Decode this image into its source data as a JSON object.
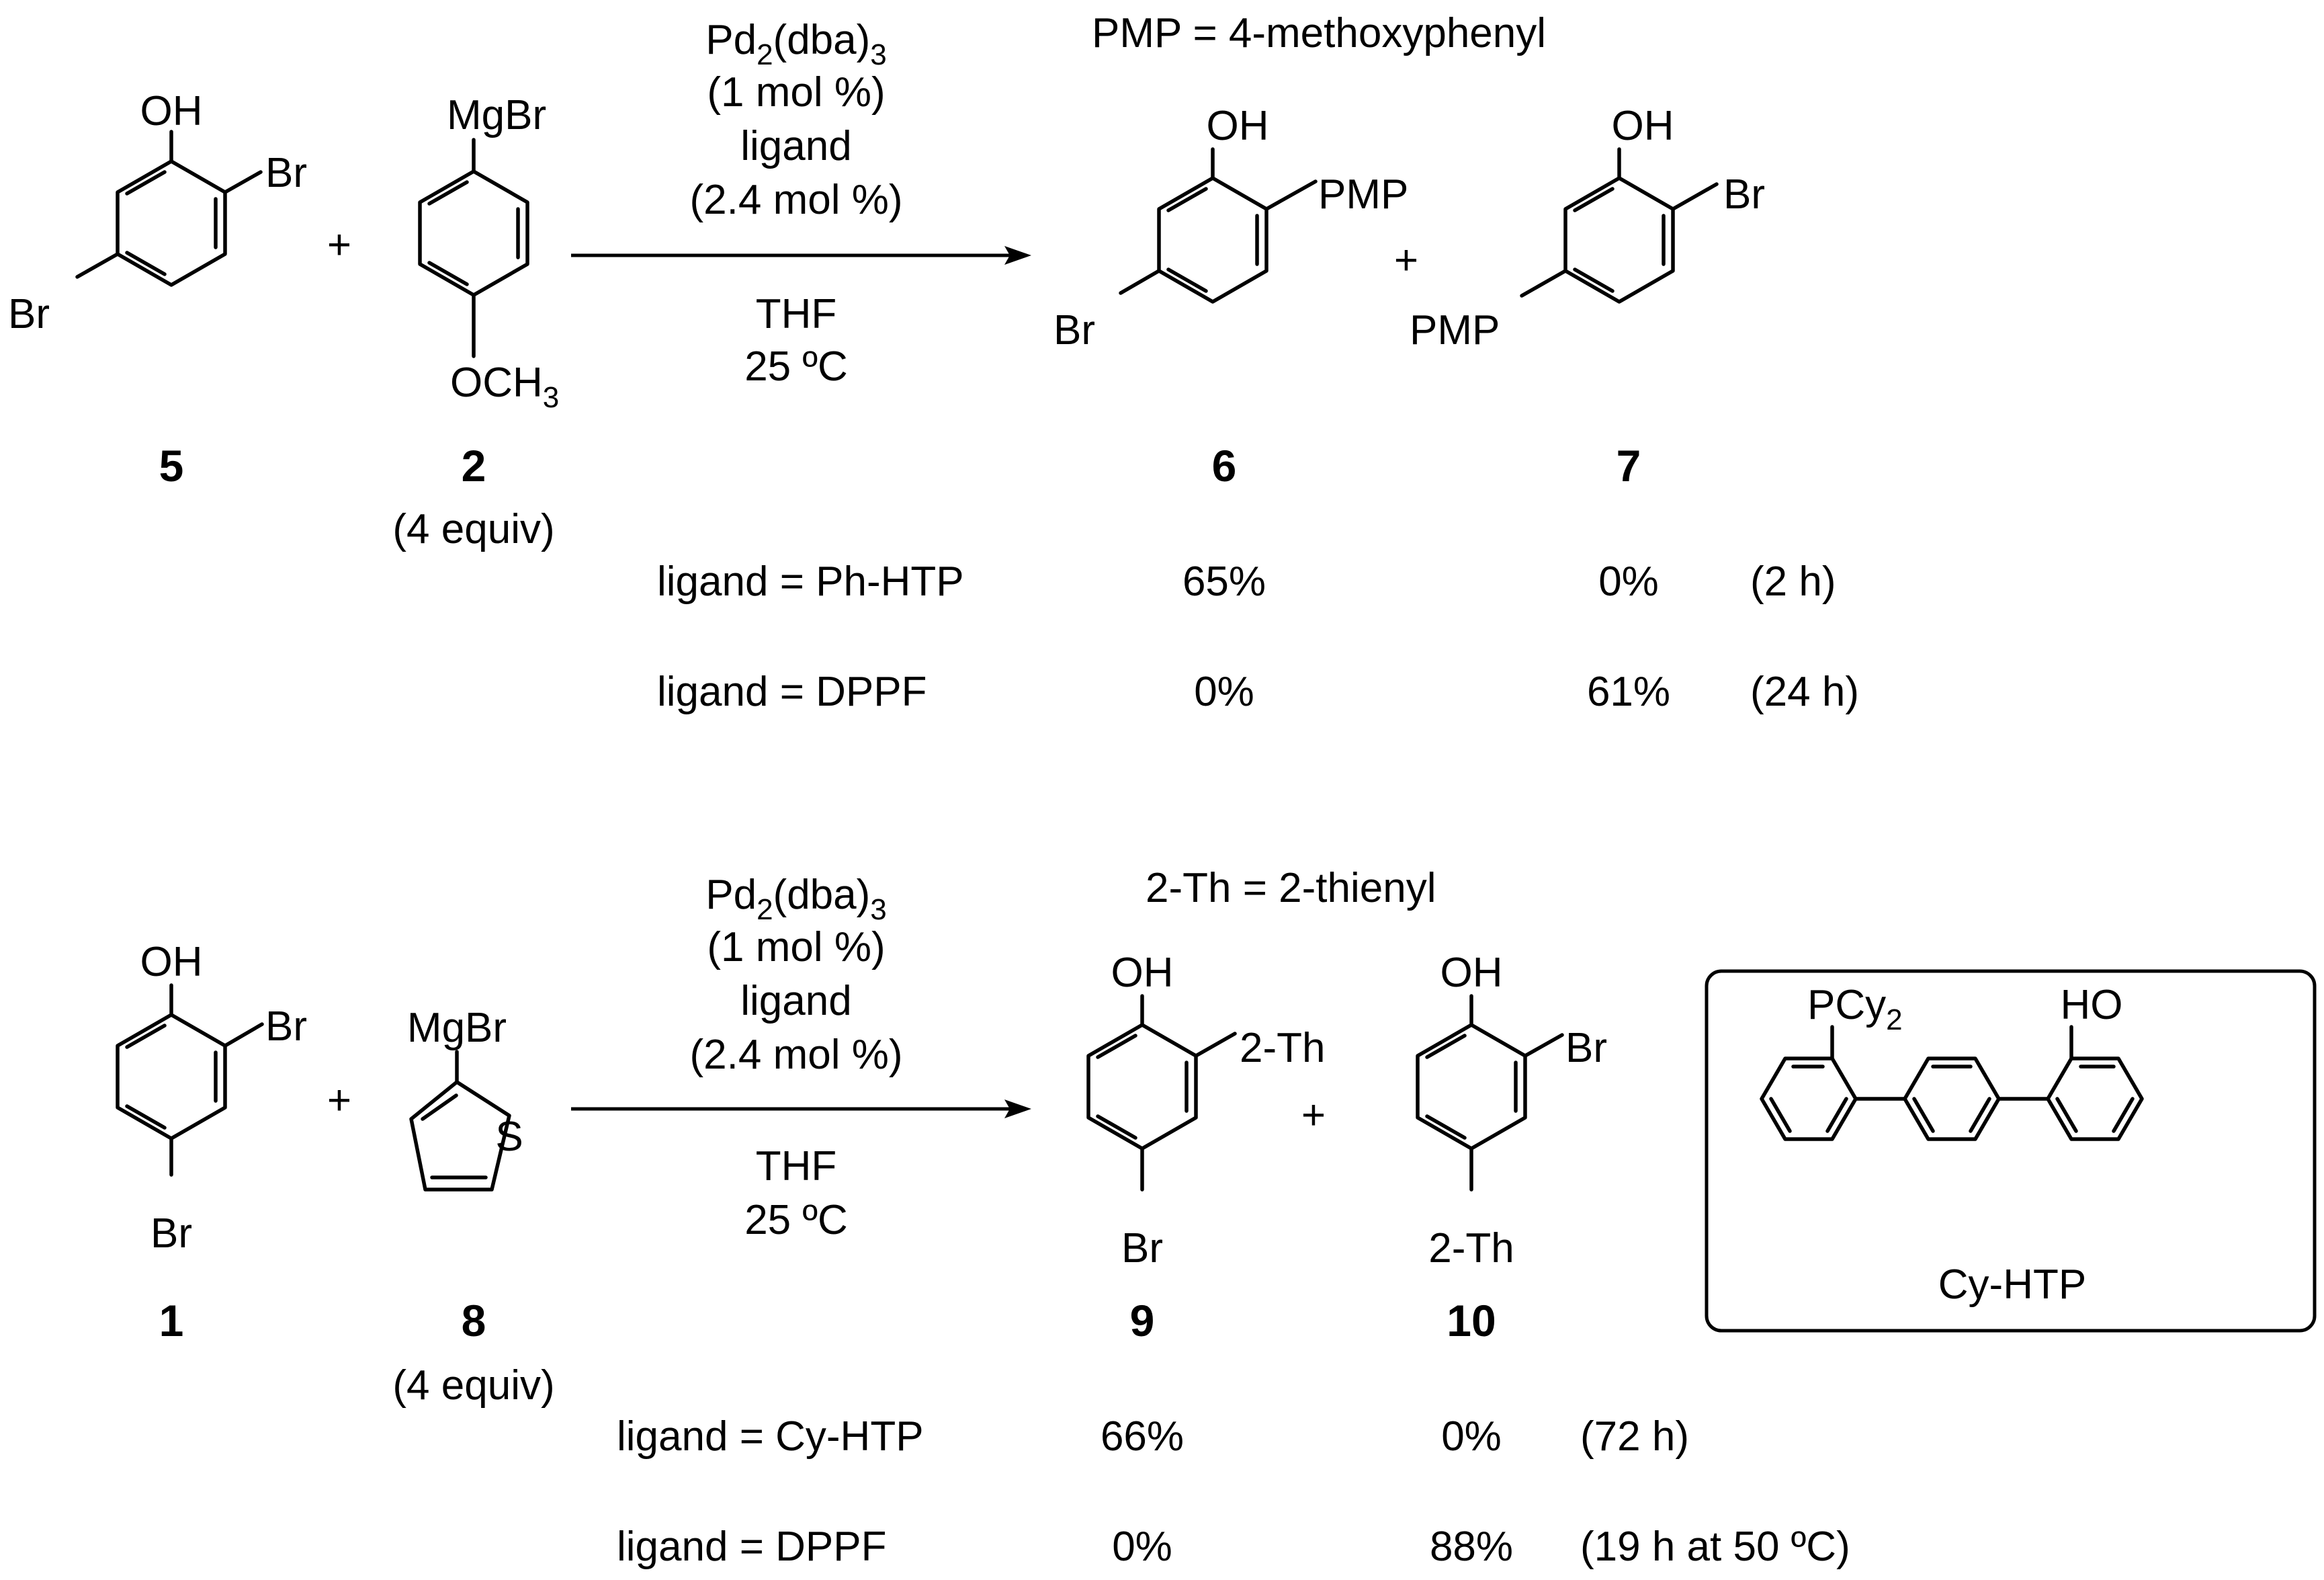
{
  "scheme_1": {
    "compound_5": {
      "label": "5",
      "oh": "OH",
      "br_a": "Br",
      "br_b": "Br"
    },
    "plus_1": "+",
    "compound_2": {
      "label": "2",
      "equiv": "(4 equiv)",
      "mgbr": "MgBr",
      "och3": "OCH",
      "och3_sub": "3"
    },
    "conditions": {
      "pd_main": "Pd",
      "pd_sub": "2",
      "pd_dba": "(dba)",
      "pd_dba_sub": "3",
      "loading": "(1 mol %)",
      "ligand": "ligand",
      "ligand_loading": "(2.4 mol %)",
      "solvent": "THF",
      "temperature": "25 ºC"
    },
    "definition": "PMP = 4-methoxyphenyl",
    "compound_6": {
      "label": "6",
      "oh": "OH",
      "pmp": "PMP",
      "br": "Br"
    },
    "plus_2": "+",
    "compound_7": {
      "label": "7",
      "oh": "OH",
      "br": "Br",
      "pmp": "PMP"
    },
    "results": [
      {
        "ligand": "ligand = Ph-HTP",
        "yield_a": "65%",
        "yield_b": "0%",
        "time": "(2 h)"
      },
      {
        "ligand": "ligand = DPPF",
        "yield_a": "0%",
        "yield_b": "61%",
        "time": "(24 h)"
      }
    ]
  },
  "scheme_2": {
    "compound_1": {
      "label": "1",
      "oh": "OH",
      "br_a": "Br",
      "br_b": "Br"
    },
    "plus_1": "+",
    "compound_8": {
      "label": "8",
      "equiv": "(4 equiv)",
      "mgbr": "MgBr",
      "s": "S"
    },
    "conditions": {
      "pd_main": "Pd",
      "pd_sub": "2",
      "pd_dba": "(dba)",
      "pd_dba_sub": "3",
      "loading": "(1 mol %)",
      "ligand": "ligand",
      "ligand_loading": "(2.4 mol %)",
      "solvent": "THF",
      "temperature": "25 ºC"
    },
    "definition": "2-Th = 2-thienyl",
    "compound_9": {
      "label": "9",
      "oh": "OH",
      "th": "2-Th",
      "br": "Br"
    },
    "plus_2": "+",
    "compound_10": {
      "label": "10",
      "oh": "OH",
      "br": "Br",
      "th": "2-Th"
    },
    "cy_htp": {
      "pcy": "PCy",
      "pcy_sub": "2",
      "ho": "HO",
      "name": "Cy-HTP"
    },
    "results": [
      {
        "ligand": "ligand = Cy-HTP",
        "yield_a": "66%",
        "yield_b": "0%",
        "time": "(72 h)"
      },
      {
        "ligand": "ligand = DPPF",
        "yield_a": "0%",
        "yield_b": "88%",
        "time": "(19 h at 50 ºC)"
      }
    ]
  }
}
